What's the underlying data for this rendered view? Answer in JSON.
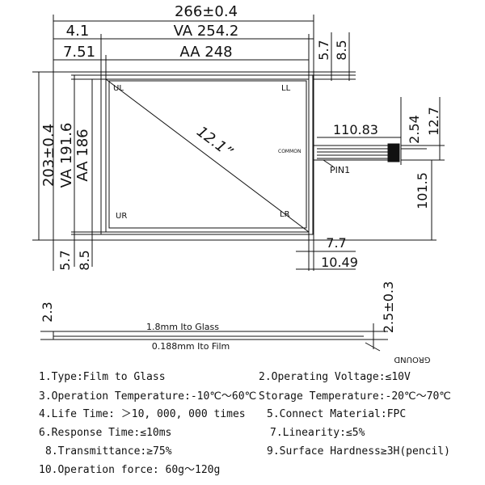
{
  "top_dims": {
    "overall": "266±0.4",
    "va_offset": "4.1",
    "va": "VA 254.2",
    "aa_offset": "7.51",
    "aa": "AA 248",
    "right_va_offset": "5.7",
    "right_aa_offset": "8.5"
  },
  "left_dims": {
    "overall": "203±0.4",
    "va": "VA 191.6",
    "aa": "AA 186",
    "bottom_va_offset": "5.7",
    "bottom_aa_offset": "8.5"
  },
  "right_dims": {
    "tail_length": "110.83",
    "tail_pitch": "2.54",
    "tail_width": "12.7",
    "tail_position": "101.5",
    "right_offset_1": "7.7",
    "right_offset_2": "10.49"
  },
  "panel": {
    "diagonal": "12.1”",
    "corner_ul": "UL",
    "corner_ll": "LL",
    "corner_ur": "UR",
    "corner_lr": "LR",
    "connector_label": "COMMON",
    "pin_label": "PIN1"
  },
  "side_view": {
    "thickness_left": "2.3",
    "thickness_right": "2.5±0.3",
    "glass_label": "1.8mm Ito Glass",
    "film_label": "0.188mm Ito Film",
    "ground_label": "GROUND"
  },
  "specs": [
    "1.Type:Film to Glass",
    "2.Operating Voltage:≤10V",
    "3.Operation Temperature:-10℃～60℃",
    "Storage Temperature:-20℃～70℃",
    "4.Life Time: ＞10, 000, 000 times",
    "5.Connect Material:FPC",
    "6.Response Time:≤10ms",
    "7.Linearity:≤5%",
    "8.Transmittance:≥75%",
    "9.Surface Hardness≥3H(pencil)",
    "10.Operation force: 60g～120g"
  ],
  "colors": {
    "line": "#111111",
    "background": "#ffffff"
  }
}
